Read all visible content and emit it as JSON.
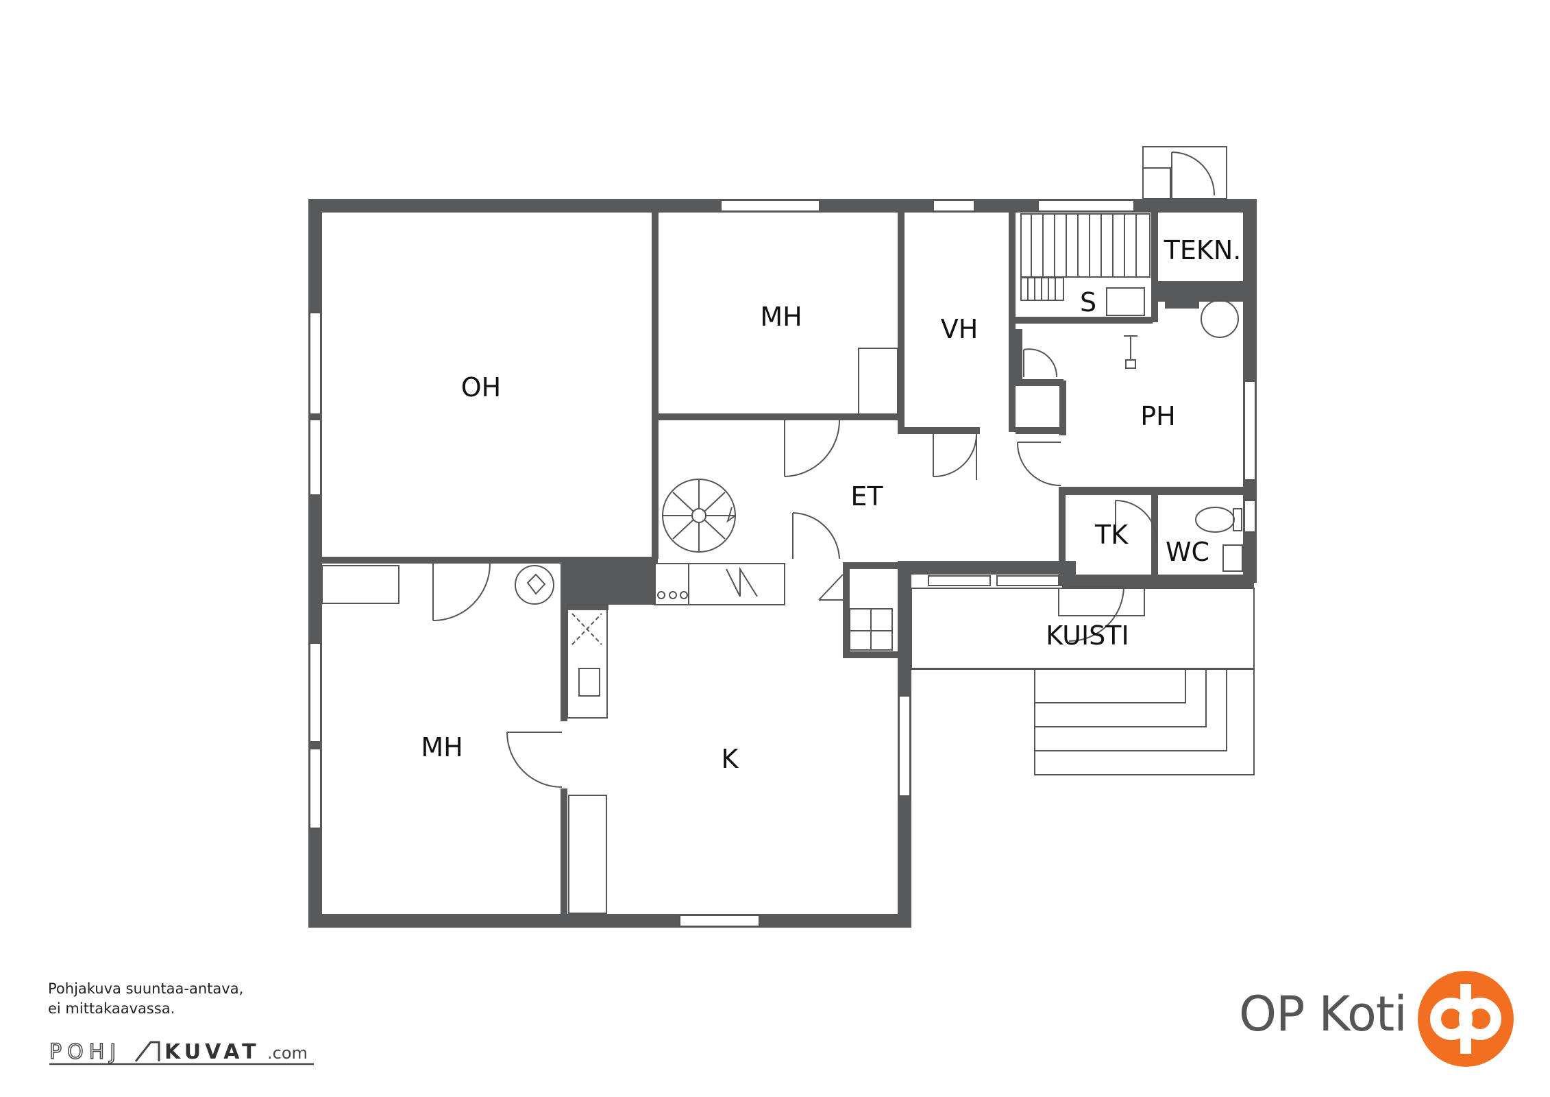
{
  "rooms": {
    "oh": "OH",
    "mh_top": "MH",
    "vh": "VH",
    "s": "S",
    "tekn": "TEKN.",
    "ph": "PH",
    "et": "ET",
    "tk": "TK",
    "wc": "WC",
    "kuisti": "KUISTI",
    "mh_bottom": "MH",
    "k": "K"
  },
  "footer": {
    "disclaimer_line1": "Pohjakuva suuntaa-antava,",
    "disclaimer_line2": "ei mittakaavassa.",
    "credit_brand_left": "POHJ",
    "credit_brand_right": "KUVAT",
    "credit_domain": ".com",
    "company_name": "OP Koti"
  },
  "colors": {
    "wall": "#58595b",
    "line": "#555555",
    "brand_orange": "#f26f21"
  },
  "icons": [
    "spiral-stair-icon",
    "stair-icon",
    "door-swing-icon",
    "window-icon",
    "toilet-icon",
    "sink-icon",
    "stove-icon",
    "fireplace-icon",
    "op-logo-icon"
  ]
}
